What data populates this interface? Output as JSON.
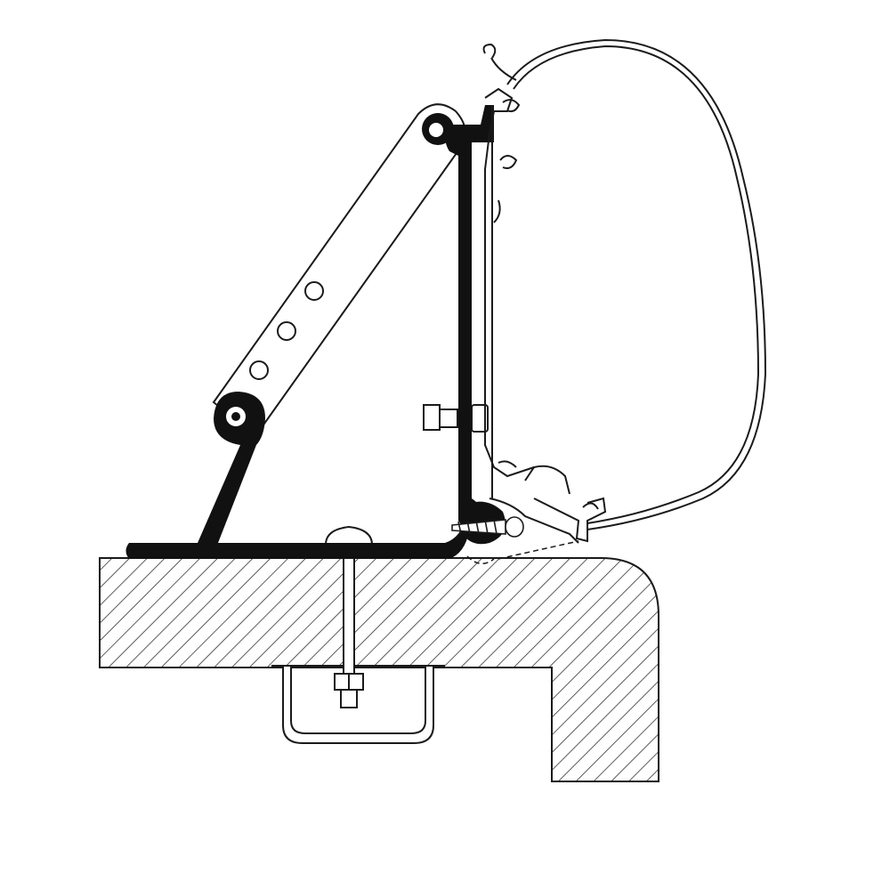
{
  "diagram": {
    "colors": {
      "line": "#1a1a1a",
      "fill": "#ffffff",
      "hatch": "#333333"
    },
    "parts": [
      {
        "id": "roof-section",
        "style": "hatched"
      },
      {
        "id": "base-plate",
        "style": "solid-black"
      },
      {
        "id": "vertical-bracket",
        "style": "solid-black"
      },
      {
        "id": "support-strut",
        "style": "outline-with-holes"
      },
      {
        "id": "awning-cassette",
        "style": "outline"
      },
      {
        "id": "through-bolt",
        "style": "outline"
      },
      {
        "id": "underside-clamp",
        "style": "outline"
      },
      {
        "id": "hex-nut-bolt",
        "style": "outline"
      },
      {
        "id": "fixing-screw",
        "style": "outline"
      }
    ]
  }
}
